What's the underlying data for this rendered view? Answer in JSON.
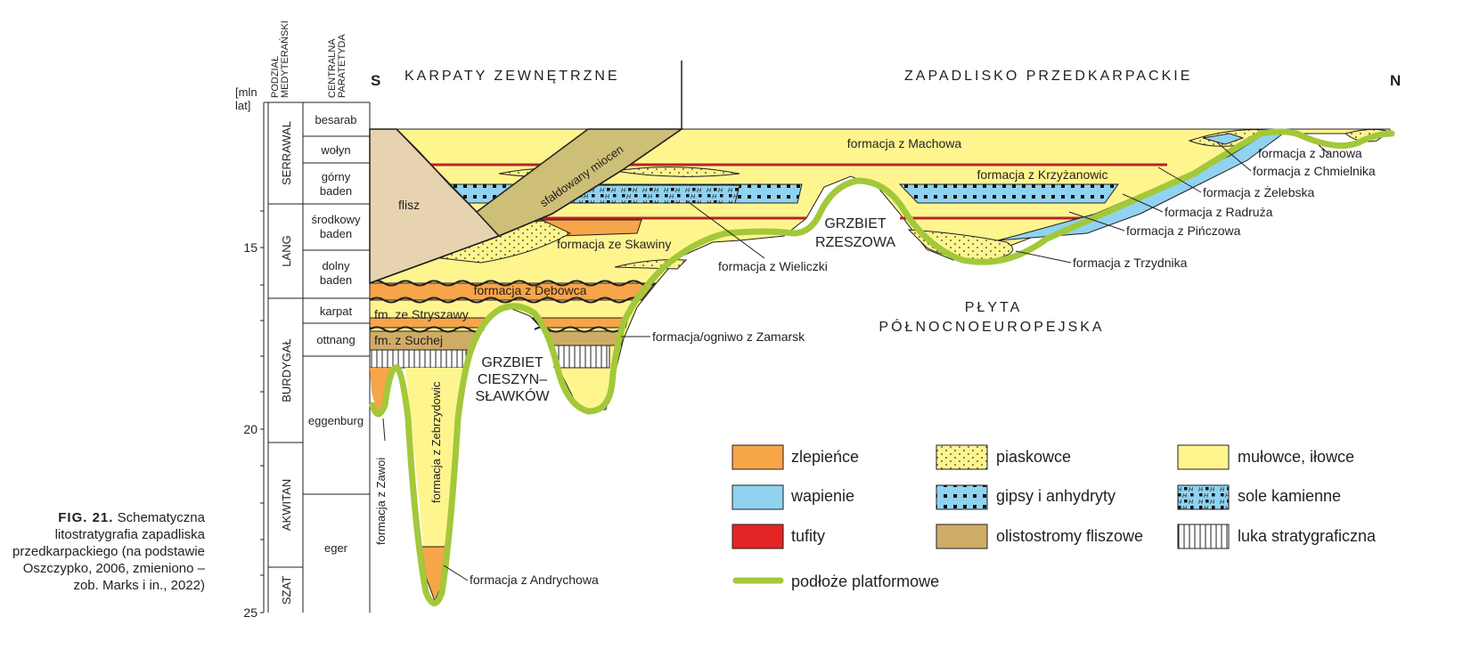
{
  "caption": {
    "label": "FIG. 21.",
    "text": "Schematyczna litostratygrafia zapadliska przedkarpackiego (na podstawie Oszczypko, 2006, zmieniono – zob. Marks i in., 2022)"
  },
  "axis": {
    "unit": "[mln lat]",
    "ticks": [
      "15",
      "20",
      "25"
    ],
    "header_mediterranean": "PODZIAŁ MEDYTERAŃSKI",
    "header_paratethys": "CENTRALNA PARATETYDA"
  },
  "mediterranean_stages": [
    "SERRAWAL",
    "LANG",
    "BURDYGAŁ",
    "AKWITAN",
    "SZAT"
  ],
  "paratethys_stages": [
    "besarab",
    "wołyn",
    "górny baden",
    "środkowy baden",
    "dolny baden",
    "karpat",
    "ottnang",
    "eggenburg",
    "eger"
  ],
  "headings": {
    "south": "S",
    "north": "N",
    "outer_carpathians": "KARPATY ZEWNĘTRZNE",
    "foredeep": "ZAPADLISKO PRZEDKARPACKIE",
    "platform": "PŁYTA PÓŁNOCNOEUROPEJSKA",
    "rzeszow_ridge": "GRZBIET RZESZOWA",
    "cieszyn_ridge": "GRZBIET CIESZYN– SŁAWKÓW"
  },
  "units": {
    "flysch": "flisz",
    "folded_miocene": "sfałdowany miocen",
    "machow": "formacja z Machowa",
    "krzyzanowice": "formacja z Krzyżanowic",
    "skawina": "formacja ze Skawiny",
    "debowiec": "formacja z Dębowca",
    "stryszawa": "fm. ze Stryszawy",
    "sucha": "fm. z Suchej",
    "zebrzydowice": "formacja z Zebrzydowic",
    "zawoja": "formacja z Zawoi",
    "andrychow": "formacja z Andrychowa",
    "zamarsk": "formacja/ogniwo z Zamarsk",
    "wieliczka": "formacja z Wieliczki",
    "janow": "formacja z Janowa",
    "chmielnik": "formacja z Chmielnika",
    "zelebska": "formacja z Żelebska",
    "raduza": "formacja z Radruża",
    "pinczow": "formacja z Pińczowa",
    "trzydnik": "formacja z Trzydnika"
  },
  "legend": {
    "conglomerates": "zlepieńce",
    "limestones": "wapienie",
    "tuffites": "tufity",
    "sandstones": "piaskowce",
    "gypsum": "gipsy i anhydryty",
    "olistostromes": "olistostromy fliszowe",
    "mudstones": "mułowce, iłowce",
    "rock_salt": "sole kamienne",
    "hiatus": "luka stratygraficzna",
    "basement": "podłoże platformowe"
  },
  "colors": {
    "yellow": "#fff58f",
    "orange": "#f7a549",
    "blue": "#8fd3f1",
    "red": "#e32526",
    "olive": "#cdbf76",
    "tan": "#e7d3b0",
    "brown": "#cfac66",
    "basement": "#a3c83a"
  }
}
